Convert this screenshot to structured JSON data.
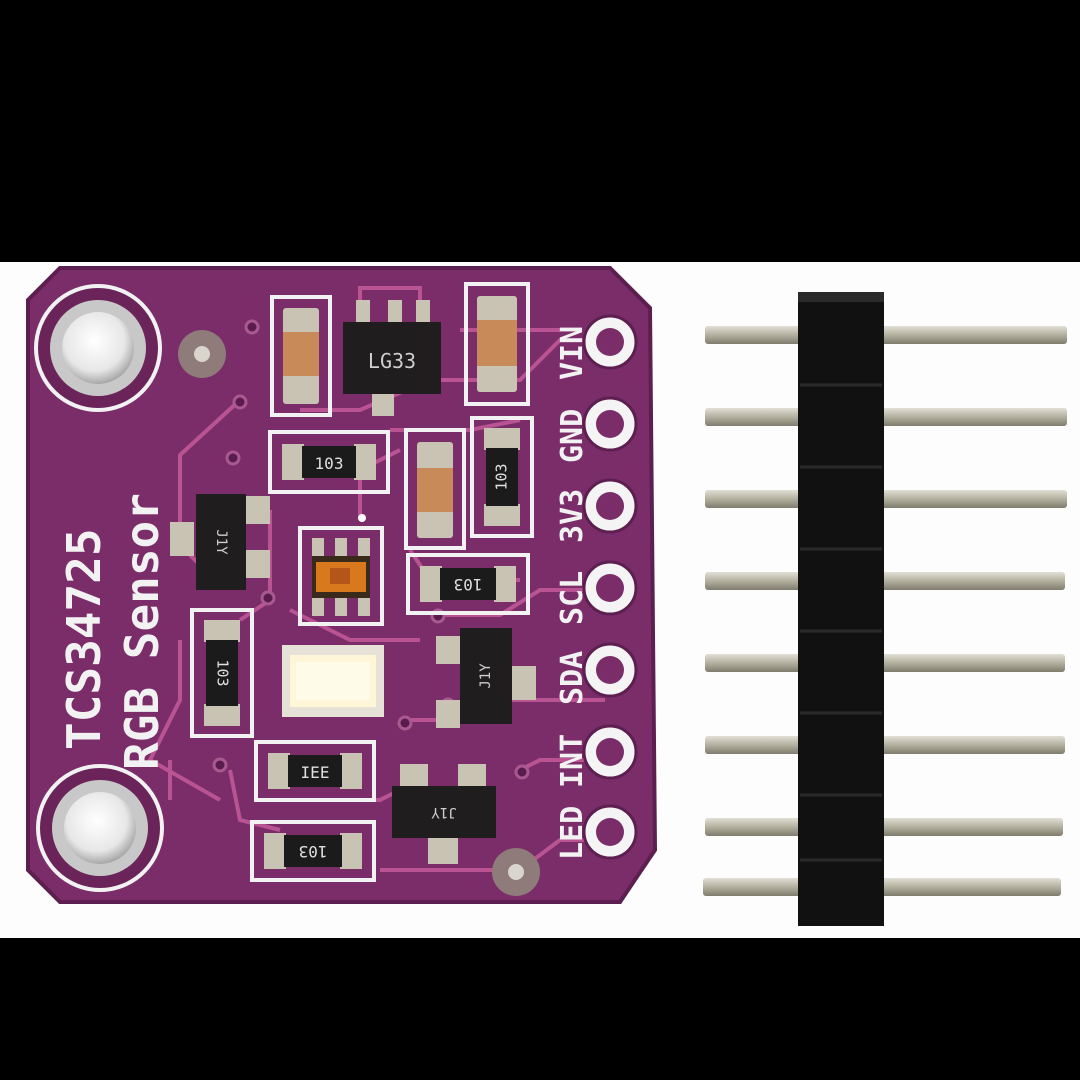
{
  "board": {
    "title_line1": "TCS34725",
    "title_line2": "RGB Sensor",
    "pins": [
      "VIN",
      "GND",
      "3V3",
      "SCL",
      "SDA",
      "INT",
      "LED"
    ],
    "regulator_marking": "LG33",
    "resistor_markings": [
      "103",
      "103",
      "103",
      "103",
      "IEE",
      "103"
    ],
    "transistor_marking": "J1Y",
    "colors": {
      "pcb": "#7b2d6a",
      "pcb_dark": "#5c1f4f",
      "trace": "#c45a9a",
      "silkscreen": "#f2f2f2",
      "header_plastic": "#111111",
      "pin_metal": "#b9b6a8",
      "led": "#fff6d8",
      "sensor_chip": "#d9791e"
    }
  }
}
